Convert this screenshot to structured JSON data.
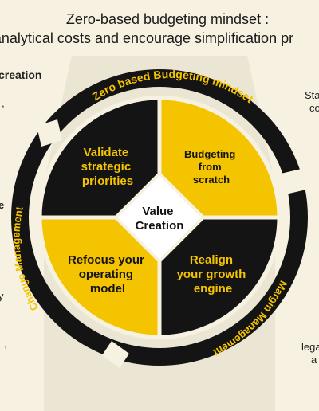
{
  "header": {
    "title_line1": "Zero-based budgeting mindset :",
    "title_line2": "analytical costs and encourage simplification pr"
  },
  "side_fragments": {
    "left_top": "creation",
    "left_mark1": ",",
    "left_mark2": "e",
    "left_mark3": "y",
    "left_mark4": "'",
    "right_top_1": "Sta",
    "right_top_2": "co",
    "right_bottom_1": "lega",
    "right_bottom_2": "a"
  },
  "ring_labels": {
    "top": "Zero based Budgeting mindset",
    "left": "Change Management",
    "right": "Margin Management"
  },
  "quadrants": {
    "top_left": [
      "Validate",
      "strategic",
      "priorities"
    ],
    "top_right": [
      "Budgeting",
      "from",
      "scratch"
    ],
    "bottom_left": [
      "Refocus your",
      "operating",
      "model"
    ],
    "bottom_right": [
      "Realign",
      "your growth",
      "engine"
    ]
  },
  "center": [
    "Value",
    "Creation"
  ],
  "colors": {
    "background": "#f6f1e0",
    "ring": "#141414",
    "accent": "#f5c400",
    "dark": "#141414",
    "light": "#ffffff"
  }
}
